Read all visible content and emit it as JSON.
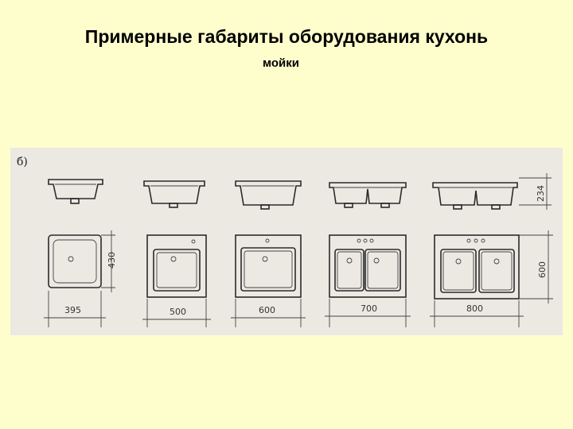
{
  "slide": {
    "title": "Примерные габариты оборудования кухонь",
    "subtitle": "мойки"
  },
  "figure": {
    "letter": "б)",
    "widths": [
      "395",
      "500",
      "600",
      "700",
      "800"
    ],
    "side_dims": {
      "first_sink_depth": "430",
      "bowl_height": "234",
      "cabinet_depth": "600"
    }
  },
  "colors": {
    "background": "#fefecd",
    "figure_background": "#ece9e3",
    "line": "#2b2b2b"
  }
}
